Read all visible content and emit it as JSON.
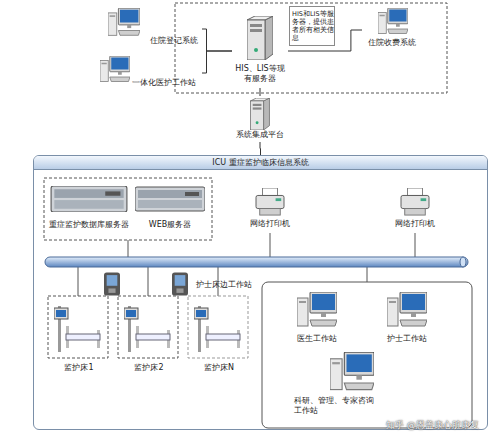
{
  "diagram": {
    "nodes": [
      {
        "text": [
          "住院登记系统"
        ]
      },
      {
        "text": [
          "一体化医护工作站"
        ]
      },
      {
        "text": [
          "HIS、LIS等现有服务器"
        ]
      },
      {
        "text": [
          "HIS和LIS等服务器，提供患者所有相关信息"
        ]
      },
      {
        "text": [
          "住院收费系统"
        ]
      },
      {
        "text": [
          "系统集成平台"
        ]
      },
      {
        "text": [
          "ICU 重症监护临床信息系统"
        ]
      },
      {
        "text": [
          "重症监护数据库服务器"
        ],
        "in": 6
      },
      {
        "text": [
          "WEB服务器"
        ],
        "in": 6
      },
      {
        "text": [
          "网络打印机"
        ],
        "in": 6
      },
      {
        "text": [
          "网络打印机"
        ],
        "in": 6
      },
      {
        "text": [
          "监护床1"
        ],
        "in": 6
      },
      {
        "text": [
          "监护床2"
        ],
        "in": 6
      },
      {
        "text": [
          "监护床N"
        ],
        "in": 6
      },
      {
        "text": [
          "医生工作站"
        ],
        "in": 6
      },
      {
        "text": [
          "护士工作站"
        ],
        "in": 6
      },
      {
        "text": [
          "科研、管理、专家咨询工作站"
        ],
        "in": 6
      }
    ],
    "edges": [
      {
        "from": 0,
        "to": 2,
        "arrow": "none"
      },
      {
        "from": 1,
        "to": 2,
        "arrow": "none"
      },
      {
        "from": 4,
        "to": 2,
        "arrow": "none"
      },
      {
        "from": 2,
        "to": 5,
        "arrow": "none"
      },
      {
        "from": 5,
        "to": 6,
        "arrow": "none"
      }
    ],
    "labels": [
      "护士床边工作站",
      "知乎 @恩盖康心脏康复"
    ]
  }
}
